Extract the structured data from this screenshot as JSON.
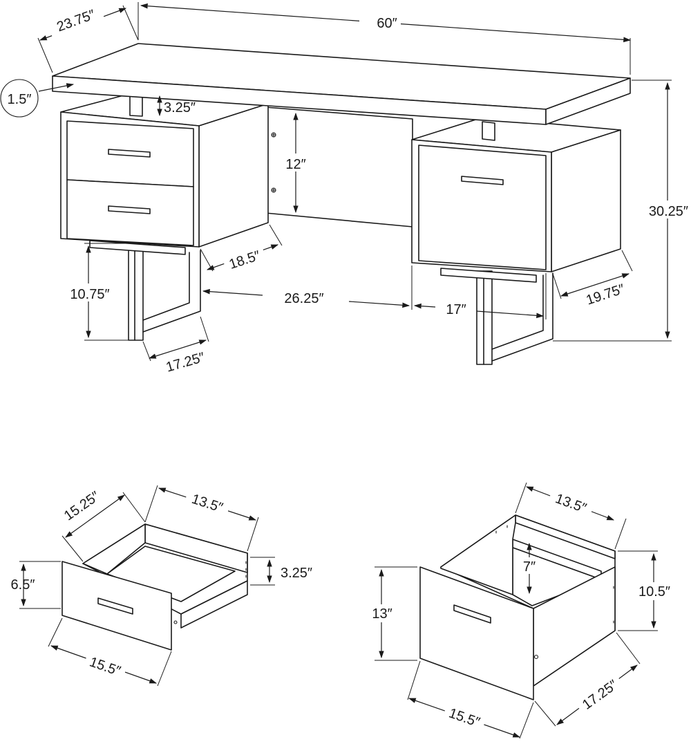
{
  "desk": {
    "width": "60″",
    "depth": "23.75″",
    "top_thickness": "1.5″",
    "riser_height": "3.25″",
    "modesty_panel_height": "12″",
    "overall_height": "30.25″",
    "left_cabinet_depth": "18.5″",
    "leg_clearance": "10.75″",
    "knee_space_width": "26.25″",
    "right_cabinet_width": "17″",
    "right_cabinet_depth": "19.75″",
    "leg_width": "17.25″"
  },
  "small_drawer": {
    "depth": "15.25″",
    "interior_width": "13.5″",
    "front_height": "6.5″",
    "box_height": "3.25″",
    "front_width": "15.5″"
  },
  "file_drawer": {
    "interior_width": "13.5″",
    "inner_height": "7″",
    "side_height": "10.5″",
    "front_height": "13″",
    "front_width": "15.5″",
    "depth": "17.25″"
  }
}
